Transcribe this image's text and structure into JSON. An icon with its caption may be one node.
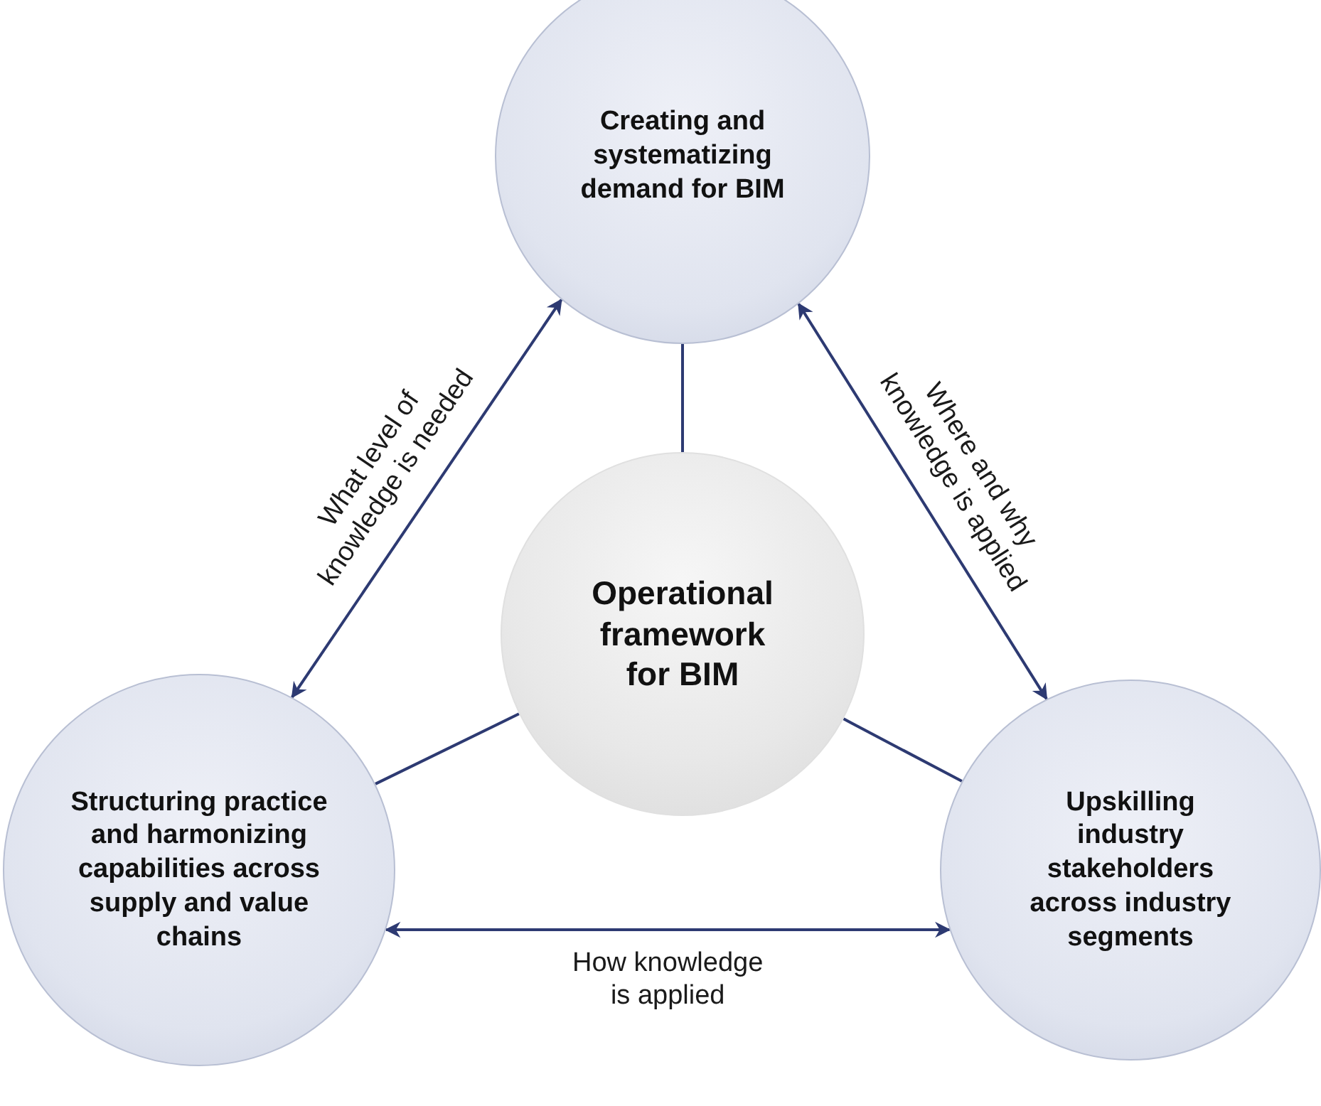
{
  "diagram": {
    "nodes": [
      {
        "text": [
          "Creating and systematizing demand for BIM"
        ]
      },
      {
        "text": [
          "Operational framework for BIM"
        ]
      },
      {
        "text": [
          "Structuring practice and harmonizing capabilities across supply and value chains"
        ]
      },
      {
        "text": [
          "Upskilling industry stakeholders across industry segments"
        ]
      }
    ],
    "edges": [
      {
        "from": 0,
        "to": 2,
        "arrow": "both",
        "label": "What level of knowledge is needed"
      },
      {
        "from": 0,
        "to": 3,
        "arrow": "both",
        "label": "Where and why knowledge is applied"
      },
      {
        "from": 2,
        "to": 3,
        "arrow": "both",
        "label": "How knowledge is applied"
      },
      {
        "from": 1,
        "to": 0,
        "arrow": "none"
      },
      {
        "from": 1,
        "to": 2,
        "arrow": "none"
      },
      {
        "from": 1,
        "to": 3,
        "arrow": "none"
      }
    ]
  }
}
